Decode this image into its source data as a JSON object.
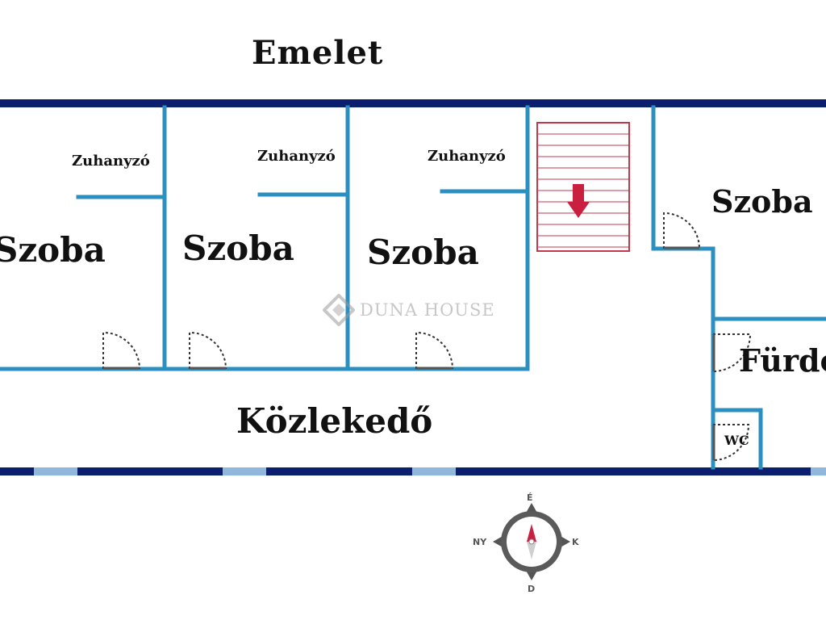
{
  "title": "Emelet",
  "rooms": {
    "szoba_1": "Szoba",
    "szoba_2": "Szoba",
    "szoba_3": "Szoba",
    "szoba_4": "Szoba",
    "zuhanyzo_1": "Zuhanyzó",
    "zuhanyzo_2": "Zuhanyzó",
    "zuhanyzo_3": "Zuhanyzó",
    "kozlekedo": "Közlekedő",
    "furdo": "Fürdő",
    "wc": "WC"
  },
  "compass": {
    "north": "É",
    "east": "K",
    "south": "D",
    "west": "NY"
  },
  "watermark": "DUNA HOUSE",
  "colors": {
    "outer_wall": "#0b1f6e",
    "inner_wall": "#2b8fc0",
    "stair": "#c23a4a",
    "arrow": "#c8203e",
    "window": "#8fb8dc"
  },
  "icons": {
    "stairs": "stairs-down-arrow-icon",
    "compass": "compass-rose-icon",
    "logo": "duna-house-logo-icon"
  }
}
